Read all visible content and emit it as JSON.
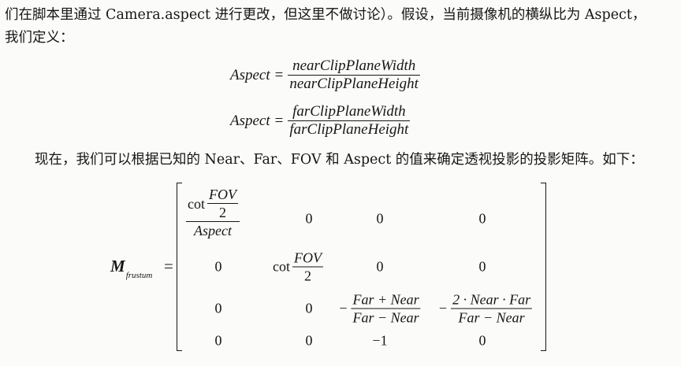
{
  "paragraph": {
    "line1": "们在脚本里通过 Camera.aspect 进行更改，但这里不做讨论）。假设，当前摄像机的横纵比为 Aspect，",
    "line2": "我们定义：",
    "line3": "现在，我们可以根据已知的 Near、Far、FOV 和 Aspect 的值来确定透视投影的投影矩阵。如下："
  },
  "equations": [
    {
      "lhs": "Aspect",
      "op": "=",
      "numerator": "nearClipPlaneWidth",
      "denominator": "nearClipPlaneHeight"
    },
    {
      "lhs": "Aspect",
      "op": "=",
      "numerator": "farClipPlaneWidth",
      "denominator": "farClipPlaneHeight"
    }
  ],
  "matrix": {
    "symbol": "M",
    "subscript": "frustum",
    "op": "=",
    "r0": {
      "c0": {
        "fn": "cot",
        "num": "FOV",
        "den": "2",
        "outer_den": "Aspect"
      },
      "c1": "0",
      "c2": "0",
      "c3": "0"
    },
    "r1": {
      "c0": "0",
      "c1": {
        "fn": "cot",
        "num": "FOV",
        "den": "2"
      },
      "c2": "0",
      "c3": "0"
    },
    "r2": {
      "c0": "0",
      "c1": "0",
      "c2": {
        "sign": "−",
        "num": "Far + Near",
        "den": "Far − Near"
      },
      "c3": {
        "sign": "−",
        "num": "2 · Near · Far",
        "den": "Far − Near"
      }
    },
    "r3": {
      "c0": "0",
      "c1": "0",
      "c2": "−1",
      "c3": "0"
    }
  }
}
